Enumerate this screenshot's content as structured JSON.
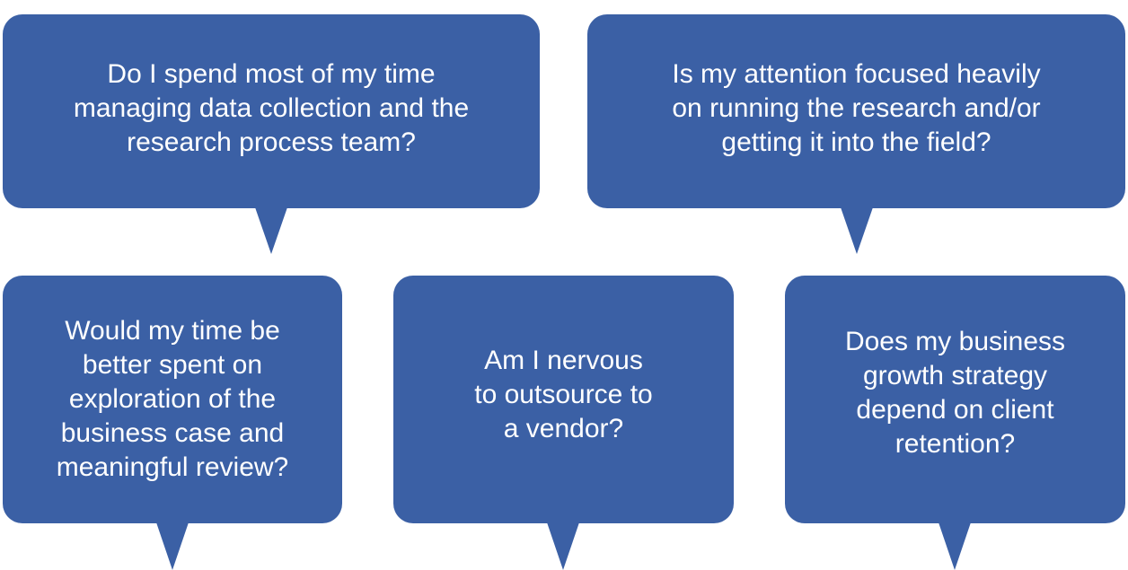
{
  "colors": {
    "bubble_fill": "#3b60a5",
    "text": "#ffffff",
    "background": "#ffffff"
  },
  "bubbles": [
    {
      "text": "Do I spend most of my time\nmanaging data collection and the\nresearch process team?"
    },
    {
      "text": "Is my attention focused heavily\non running the research and/or\ngetting it into the field?"
    },
    {
      "text": "Would my time be\nbetter spent on\nexploration of the\nbusiness case and\nmeaningful review?"
    },
    {
      "text": "Am I nervous\nto outsource to\na vendor?"
    },
    {
      "text": "Does my business\ngrowth strategy\ndepend on client\nretention?"
    }
  ]
}
